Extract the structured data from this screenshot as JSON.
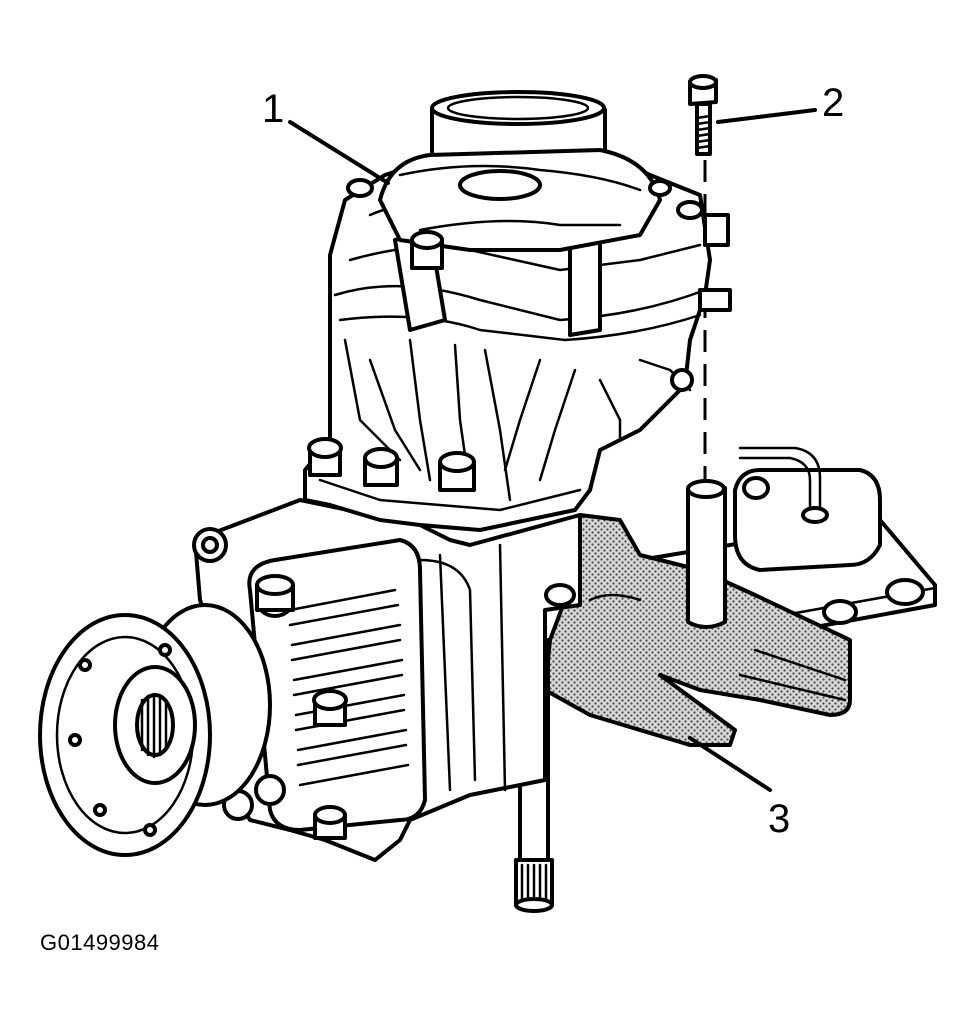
{
  "figure_id": "G01499984",
  "callouts": [
    {
      "number": "1"
    },
    {
      "number": "2"
    },
    {
      "number": "3"
    }
  ],
  "colors": {
    "line": "#000000",
    "background": "#ffffff",
    "tool_fill": "#8a8a8a"
  }
}
